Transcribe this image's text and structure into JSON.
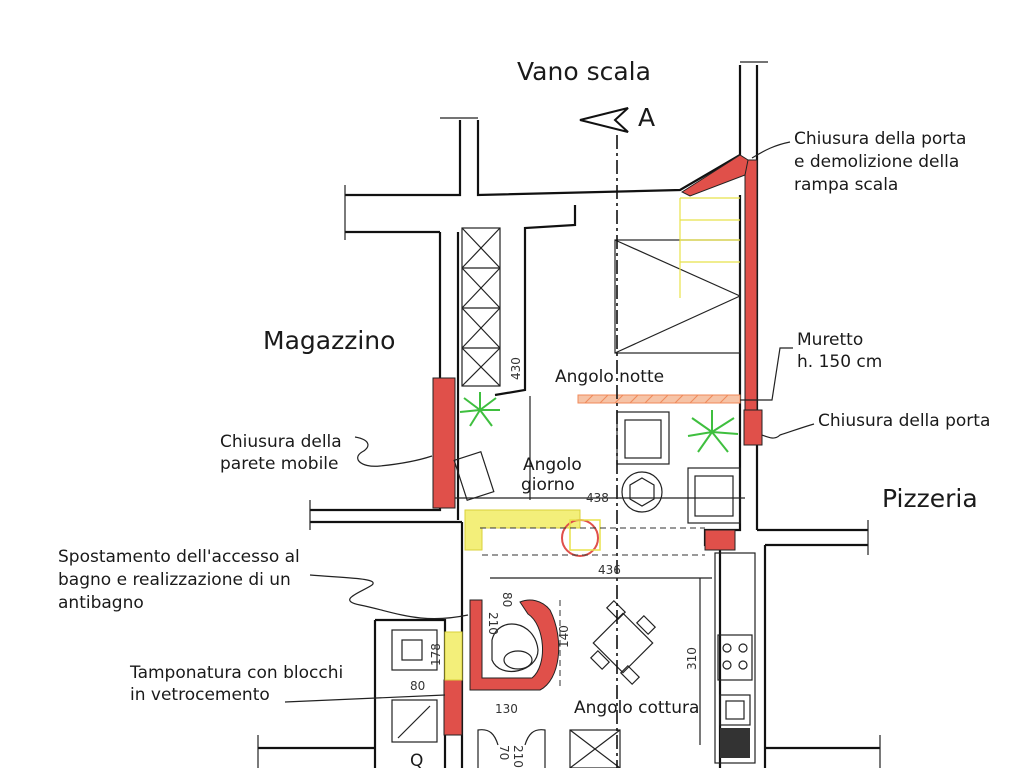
{
  "labels": {
    "vano_scala": "Vano scala",
    "section_marker": "A",
    "magazzino": "Magazzino",
    "pizzeria": "Pizzeria",
    "angolo_notte": "Angolo notte",
    "angolo_giorno_1": "Angolo",
    "angolo_giorno_2": "giorno",
    "angolo_cottura": "Angolo cottura",
    "q_marker": "Q"
  },
  "notes": {
    "chiusura_porta_rampa": [
      "Chiusura della porta",
      "e demolizione della",
      "rampa scala"
    ],
    "muretto": [
      "Muretto",
      "h. 150 cm"
    ],
    "chiusura_porta": "Chiusura della porta",
    "chiusura_parete": [
      "Chiusura della",
      "parete mobile"
    ],
    "spostamento": [
      "Spostamento dell'accesso al",
      "bagno e realizzazione di un",
      "antibagno"
    ],
    "tamponatura": [
      "Tamponatura con blocchi",
      "in vetrocemento"
    ]
  },
  "dimensions": {
    "d430": "430",
    "d438": "438",
    "d436": "436",
    "d310": "310",
    "d140": "140",
    "d130": "130",
    "d80": "80",
    "d178": "178",
    "d210": "210",
    "d80b": "80",
    "d70": "70",
    "d210b": "210"
  },
  "colors": {
    "demolition_red": "#e0504a",
    "new_yellow": "#f3ef7a",
    "hatch_orange": "#f08a5a",
    "plant_green": "#3fbf3f"
  }
}
